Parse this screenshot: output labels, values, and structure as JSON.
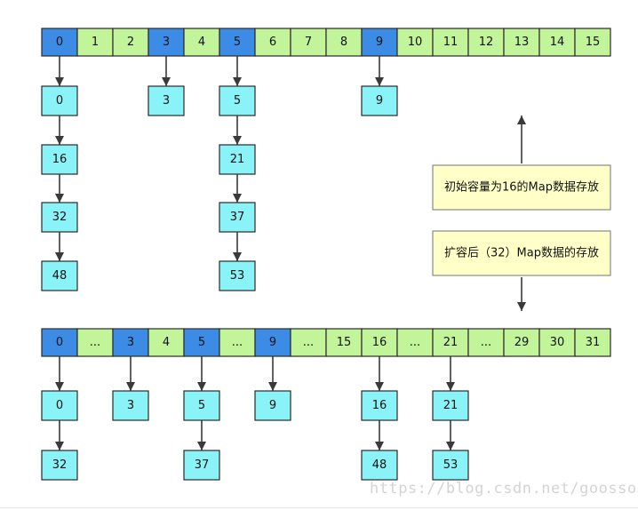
{
  "colors": {
    "occupied": "#3c8ce6",
    "empty": "#c2f49a",
    "entry": "#8af3f8",
    "border": "#2a2a2a",
    "note_fill": "#ffffc8",
    "note_border": "#8a8a8a",
    "arrow": "#3a3a3a"
  },
  "original": {
    "slots": [
      "0",
      "1",
      "2",
      "3",
      "4",
      "5",
      "6",
      "7",
      "8",
      "9",
      "10",
      "11",
      "12",
      "13",
      "14",
      "15"
    ],
    "occupied": [
      0,
      3,
      5,
      9
    ],
    "chains": [
      [
        "0",
        "16",
        "32",
        "48"
      ],
      [
        "3"
      ],
      [
        "5",
        "21",
        "37",
        "53"
      ],
      [
        "9"
      ]
    ]
  },
  "resized": {
    "slots": [
      "0",
      "...",
      "3",
      "4",
      "5",
      "...",
      "9",
      "...",
      "15",
      "16",
      "...",
      "21",
      "...",
      "29",
      "30",
      "31"
    ],
    "occupied": [
      0,
      2,
      4,
      6
    ],
    "chains": [
      [
        "0",
        "32"
      ],
      [
        "3"
      ],
      [
        "5",
        "37"
      ],
      [
        "9"
      ],
      [
        "16",
        "48"
      ],
      [
        "21",
        "53"
      ]
    ]
  },
  "notes": {
    "initial": "初始容量为16的Map数据存放",
    "resized": "扩容后（32）Map数据的存放"
  },
  "watermark": "https://blog.csdn.net/goosson"
}
